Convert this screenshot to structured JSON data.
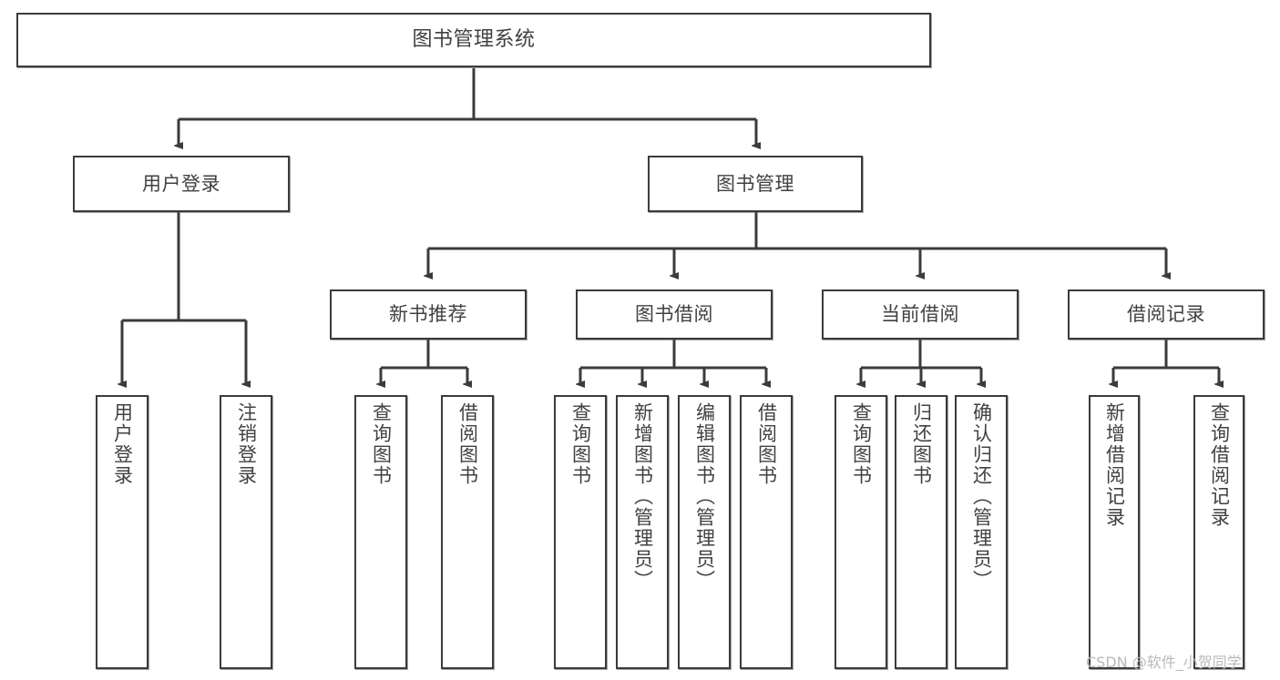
{
  "diagram": {
    "title": "图书管理系统",
    "type": "tree-hierarchy-chart",
    "colors": {
      "border": "#3b3b3b",
      "text": "#414141",
      "background": "#ffffff",
      "watermark": "#b9b9b9"
    },
    "nodes": {
      "root": {
        "label": "图书管理系统"
      },
      "level1": [
        {
          "label": "用户登录"
        },
        {
          "label": "图书管理"
        }
      ],
      "level2": [
        {
          "label": "新书推荐"
        },
        {
          "label": "图书借阅"
        },
        {
          "label": "当前借阅"
        },
        {
          "label": "借阅记录"
        }
      ],
      "leaves_user_login": [
        {
          "label": "用户登录"
        },
        {
          "label": "注销登录"
        }
      ],
      "leaves_new_book": [
        {
          "label": "查询图书"
        },
        {
          "label": "借阅图书"
        }
      ],
      "leaves_borrow": [
        {
          "label": "查询图书"
        },
        {
          "label": "新增图书（管理员）"
        },
        {
          "label": "编辑图书（管理员）"
        },
        {
          "label": "借阅图书"
        }
      ],
      "leaves_current": [
        {
          "label": "查询图书"
        },
        {
          "label": "归还图书"
        },
        {
          "label": "确认归还（管理员）"
        }
      ],
      "leaves_records": [
        {
          "label": "新增借阅记录"
        },
        {
          "label": "查询借阅记录"
        }
      ]
    }
  },
  "watermark": {
    "text": "CSDN @软件_小贺同学"
  }
}
